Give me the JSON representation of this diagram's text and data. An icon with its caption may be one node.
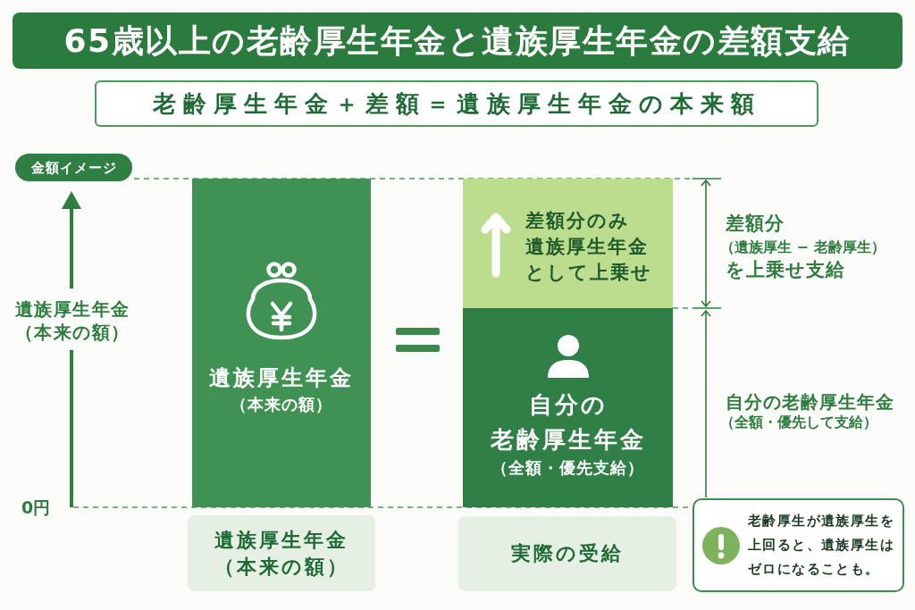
{
  "diagram": {
    "title": "65歳以上の老齢厚生年金と遺族厚生年金の差額支給",
    "nodes": [
      {
        "text": [
          "老齢厚生年金＋差額＝遺族厚生年金の本来額"
        ]
      },
      {
        "text": [
          "金額イメージ"
        ]
      },
      {
        "text": [
          "遺族厚生年金",
          "（本来の額）"
        ]
      },
      {
        "text": [
          "差額分のみ遺族厚生年金として上乗せ"
        ]
      },
      {
        "text": [
          "自分の老齢厚生年金",
          "（全額・優先支給）"
        ]
      },
      {
        "text": [
          "遺族厚生年金（本来の額）"
        ]
      },
      {
        "text": [
          "実際の受給"
        ]
      },
      {
        "text": [
          "老齢厚生が遺族厚生を上回ると、遺族厚生はゼロになることも。"
        ]
      }
    ],
    "labels": [
      "遺族厚生年金（本来の額）",
      "0円",
      "差額分",
      "（遺族厚生 − 老齢厚生）",
      "を上乗せ支給",
      "自分の老齢厚生年金",
      "（全額・優先して支給）"
    ]
  }
}
